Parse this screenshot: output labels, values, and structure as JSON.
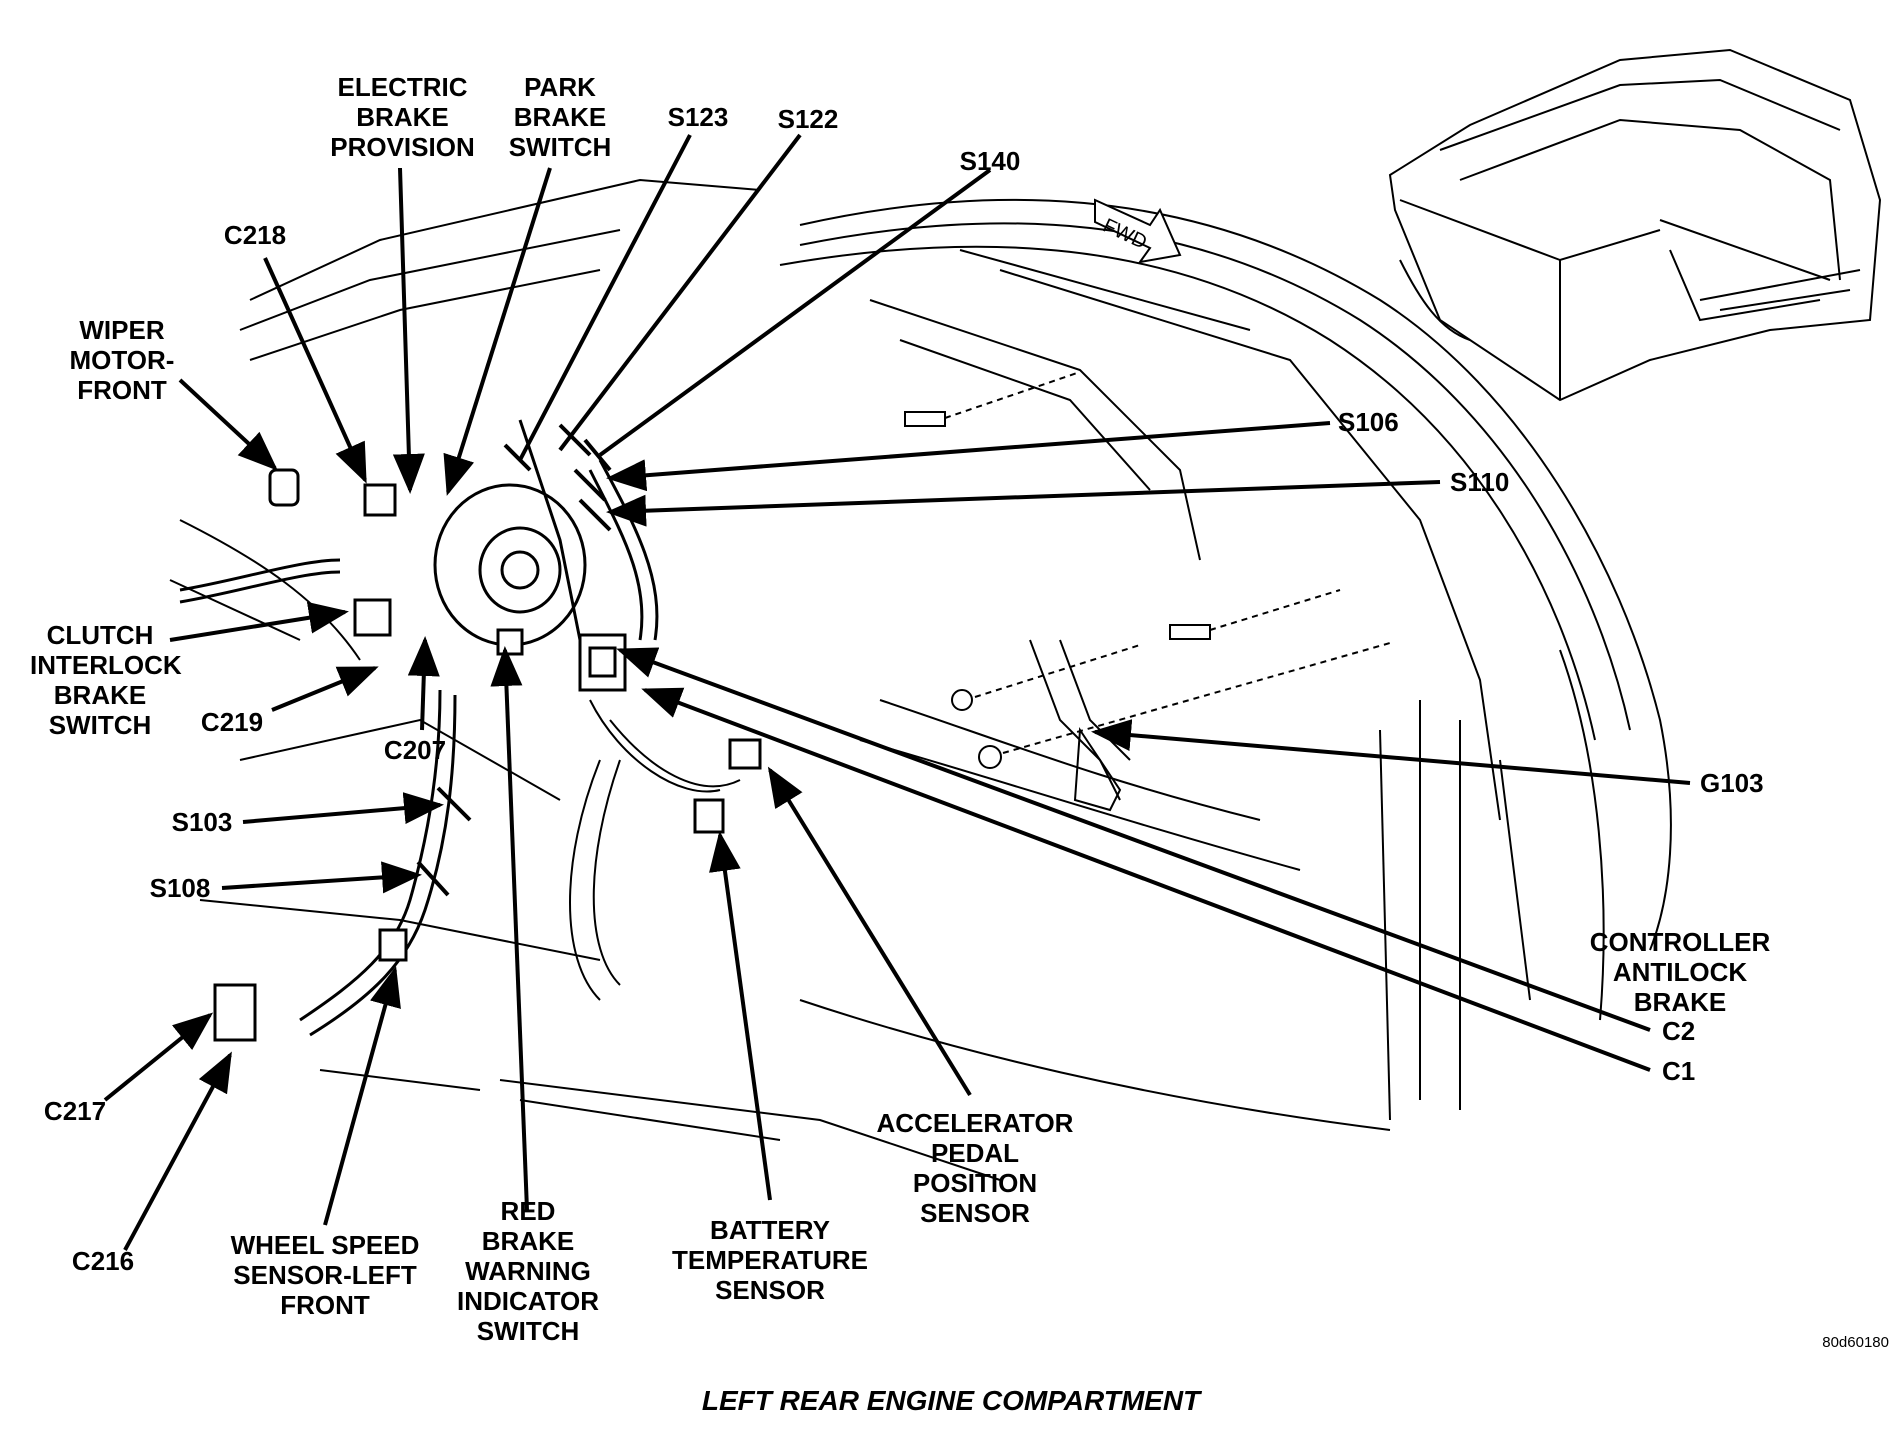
{
  "caption": "LEFT REAR ENGINE COMPARTMENT",
  "figure_id": "80d60180",
  "fwd_marker": "FWD",
  "labels": {
    "electric_brake_provision": [
      "ELECTRIC",
      "BRAKE",
      "PROVISION"
    ],
    "park_brake_switch": [
      "PARK",
      "BRAKE",
      "SWITCH"
    ],
    "s123": "S123",
    "s122": "S122",
    "s140": "S140",
    "c218": "C218",
    "wiper_motor_front": [
      "WIPER",
      "MOTOR-",
      "FRONT"
    ],
    "s106": "S106",
    "s110": "S110",
    "clutch_interlock_brake_switch": [
      "CLUTCH",
      "INTERLOCK",
      "BRAKE",
      "SWITCH"
    ],
    "c219": "C219",
    "c207": "C207",
    "g103": "G103",
    "s103": "S103",
    "s108": "S108",
    "controller_antilock_brake": [
      "CONTROLLER",
      "ANTILOCK",
      "BRAKE"
    ],
    "c2": "C2",
    "c1": "C1",
    "c217": "C217",
    "c216": "C216",
    "wheel_speed_sensor_left_front": [
      "WHEEL SPEED",
      "SENSOR-LEFT",
      "FRONT"
    ],
    "red_brake_warning_indicator_switch": [
      "RED",
      "BRAKE",
      "WARNING",
      "INDICATOR",
      "SWITCH"
    ],
    "battery_temperature_sensor": [
      "BATTERY",
      "TEMPERATURE",
      "SENSOR"
    ],
    "accelerator_pedal_position_sensor": [
      "ACCELERATOR",
      "PEDAL",
      "POSITION",
      "SENSOR"
    ]
  }
}
